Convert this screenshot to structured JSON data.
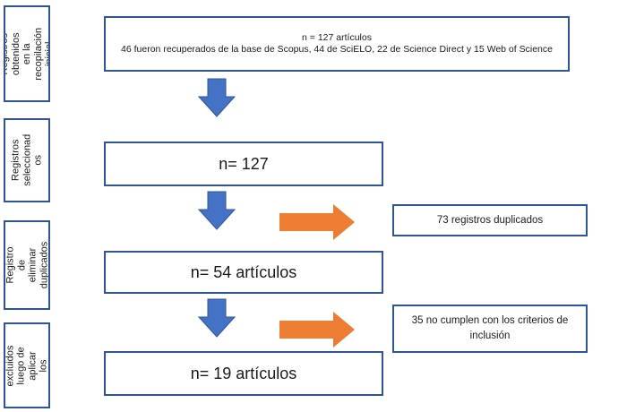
{
  "stage_labels": {
    "s1": "Registros obtenidos en la recopilación inicial",
    "s2": "Registros seleccionad os",
    "s3": "Registro de eliminar duplicados",
    "s4": "Registros excluidos luego de aplicar los criterios"
  },
  "boxes": {
    "initial_count": "n = 127 artículos",
    "initial_sources": "46 fueron recuperados de la base de Scopus, 44 de SciELO, 22 de Science Direct y 15 Web of Science",
    "selected": "n= 127",
    "after_duplicates": "n= 54 artículos",
    "final": "n= 19 artículos"
  },
  "notes": {
    "duplicates": "73 registros duplicados",
    "excluded": "35 no cumplen con los criterios de inclusión"
  },
  "colors": {
    "border": "#2f5597",
    "down_arrow": "#4472c4",
    "right_arrow": "#ed7d31"
  }
}
